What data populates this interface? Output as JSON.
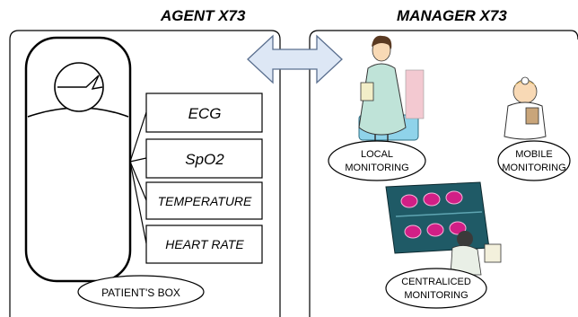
{
  "agent": {
    "title": "AGENT X73",
    "sensors": [
      "ECG",
      "SpO2",
      "TEMPERATURE",
      "HEART RATE"
    ],
    "box_label": "PATIENT'S BOX"
  },
  "manager": {
    "title": "MANAGER X73",
    "local_label": [
      "LOCAL",
      "MONITORING"
    ],
    "mobile_label": [
      "MOBILE",
      "MONITORING"
    ],
    "central_label": [
      "CENTRALICED",
      "MONITORING"
    ]
  },
  "colors": {
    "arrow_fill": "#dde7f5",
    "arrow_stroke": "#5a6f8f",
    "coat": "#bfe3d8",
    "screen": "#1f5a66",
    "screen_glow": "#d11f86"
  }
}
